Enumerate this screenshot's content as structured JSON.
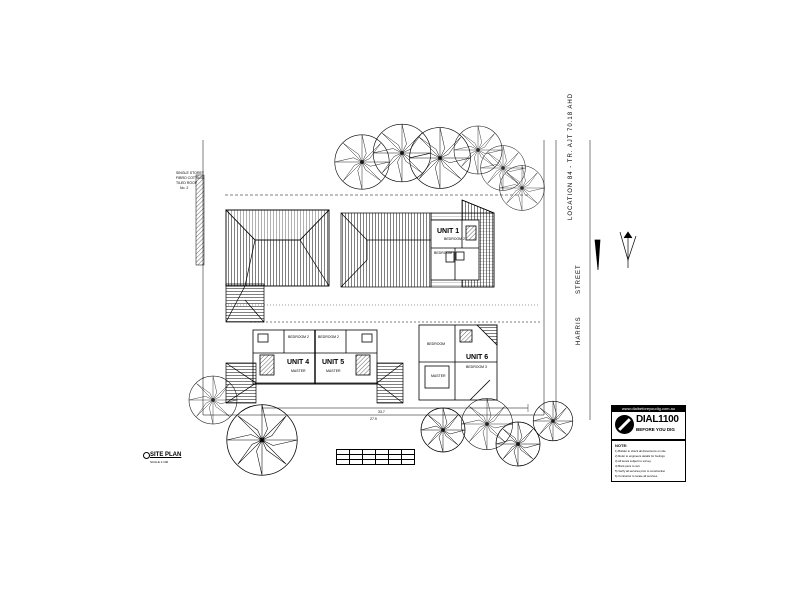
{
  "street": {
    "name": "HARRIS",
    "type": "STREET"
  },
  "location_label": "LOCATION 84 - TR. AJT 70.18 AHD",
  "units": [
    {
      "id": "unit-1",
      "label": "UNIT 1"
    },
    {
      "id": "unit-4",
      "label": "UNIT 4"
    },
    {
      "id": "unit-5",
      "label": "UNIT 5"
    },
    {
      "id": "unit-6",
      "label": "UNIT 6"
    }
  ],
  "room_labels": {
    "bedroom": "BEDROOM",
    "bedroom_2": "BEDROOM 2",
    "bedroom_3": "BEDROOM 3",
    "master": "MASTER"
  },
  "site_plan": {
    "title": "SITE PLAN",
    "scale": "SCALE 1:100"
  },
  "neighbour_label": {
    "line1": "SINGLE STOREY",
    "line2": "FIBRO COTTAGE",
    "line3": "TILED ROOF",
    "line4": "No. 2"
  },
  "dimensions": {
    "bottom_total": "33.7",
    "bottom_frontage": "27.9"
  },
  "dbyd": {
    "url": "www.dialbeforeyoudig.com.au",
    "dial": "DIAL1100",
    "sub": "BEFORE YOU DIG"
  },
  "notes": {
    "title": "NOTE:",
    "lines": [
      "1) Builder to check all dimensions on site",
      "2) Refer to engineers details for footings",
      "3) All levels subject to survey",
      "4) Brick piers to suit",
      "5) Verify all services prior to construction",
      "6) Contractor to locate all services"
    ]
  }
}
